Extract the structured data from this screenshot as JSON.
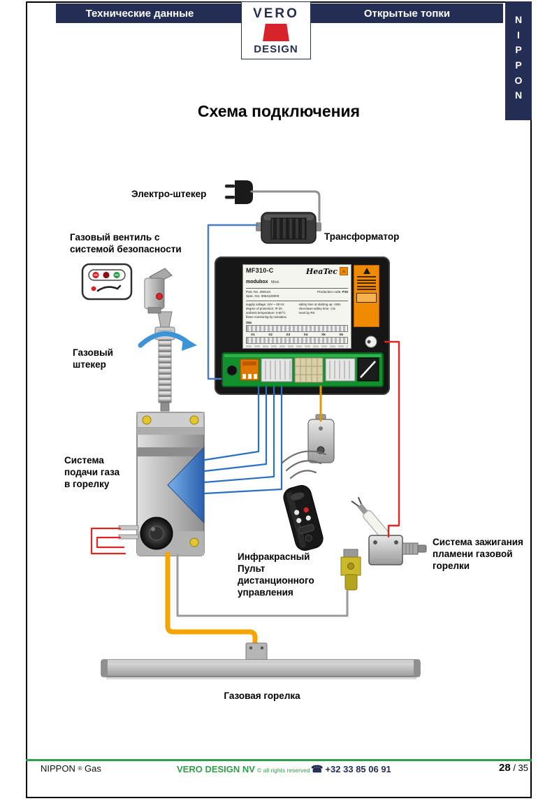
{
  "header": {
    "left_title": "Технические данные",
    "right_title": "Открытые топки",
    "logo_top": "VERO",
    "logo_bottom": "DESIGN"
  },
  "sidebar": {
    "letters": [
      "N",
      "I",
      "P",
      "P",
      "O",
      "N"
    ]
  },
  "title": "Схема подключения",
  "diagram": {
    "labels": {
      "electric_plug": "Электро-штекер",
      "transformer": "Трансформатор",
      "gas_valve": "Газовый вентиль с\nсистемой безопасности",
      "gas_plug": "Газовый\nштекер",
      "gas_supply": "Система\nподачи газа\nв горелку",
      "remote": "Инфракрасный\nПульт\nдистанционного\nуправления",
      "ignition": "Система зажигания\nпламени газовой\nгорелки",
      "burner": "Газовая горелка"
    },
    "control_box": {
      "model": "MF310-C",
      "series": "modubox",
      "mod": "Mod.",
      "brand": "HeaTec",
      "part_no": "Part.-No. 250143",
      "spec_no": "Spec.-No. 0054120000",
      "production_code_label": "Production code:",
      "production_code_value": "P15",
      "specs_left": "supply voltage: 24V ~ 50 Hz\ndegree of protection: IP 20\nambient temperature: 0-60°C\nflame monitoring by ionisation",
      "specs_right": "safety time at starting up: <60s\nshut-down safety time: <3s\nreset by RS",
      "x6a": "X6a",
      "terminals": [
        "X1",
        "X2",
        "X3",
        "X4",
        "X5",
        "X6"
      ]
    }
  },
  "footer": {
    "brand": "NIPPON",
    "reg": "®",
    "brand_suffix": "Gas",
    "company": "VERO DESIGN NV",
    "rights": "© all rights reserved",
    "phone_icon": "☎",
    "phone": "+32 33 85 06 91",
    "page_current": "28",
    "page_total": "/ 35"
  },
  "colors": {
    "navy": "#242e55",
    "logo_red": "#d8232a",
    "footer_green": "#2f9e49",
    "wire_blue": "#2b6fc3",
    "wire_red": "#e02424",
    "hose_orange": "#f6a400",
    "wire_gray": "#9a9a9a",
    "pcb_green": "#12902e",
    "sticker_orange": "#f08a00"
  }
}
